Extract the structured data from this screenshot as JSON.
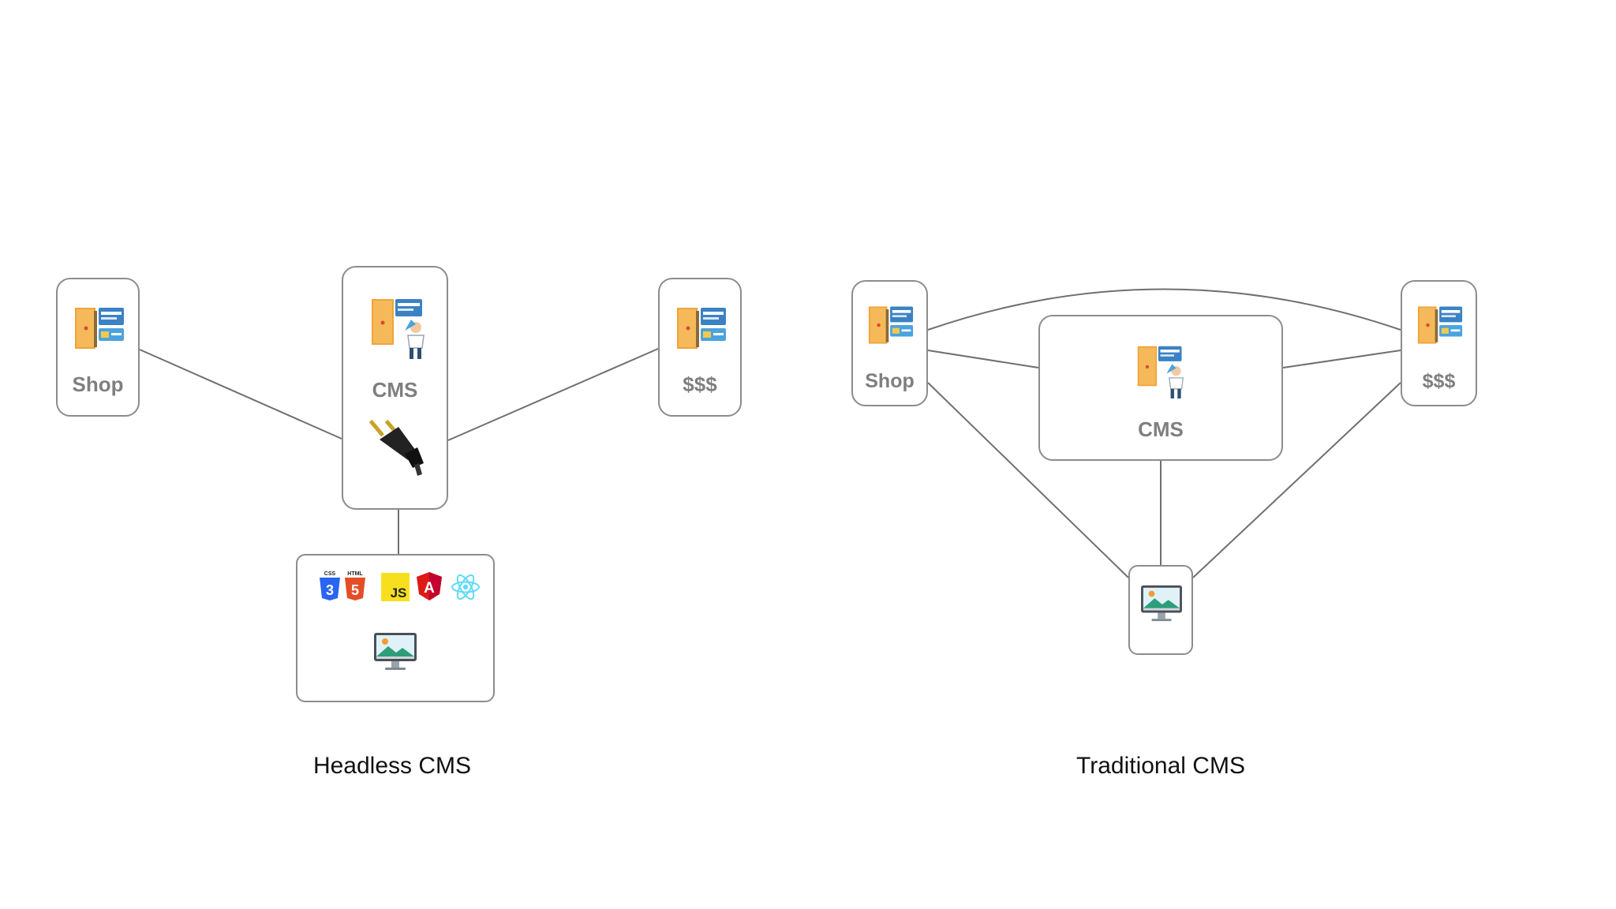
{
  "headless": {
    "caption": "Headless CMS",
    "shop_label": "Shop",
    "cms_label": "CMS",
    "payment_label": "$$$",
    "frontend_tech": [
      {
        "name": "css3-icon",
        "text": "3",
        "banner": "CSS",
        "color": "#2965f1"
      },
      {
        "name": "html5-icon",
        "text": "5",
        "banner": "HTML",
        "color": "#e44d26"
      },
      {
        "name": "javascript-icon",
        "text": "JS",
        "color": "#f7df1e"
      },
      {
        "name": "angular-icon",
        "text": "A",
        "color": "#dd1b16"
      },
      {
        "name": "react-icon",
        "color": "#61dafb"
      }
    ]
  },
  "traditional": {
    "caption": "Traditional CMS",
    "shop_label": "Shop",
    "cms_label": "CMS",
    "payment_label": "$$$"
  },
  "colors": {
    "border": "#8c8c8c",
    "line": "#6f6f6f",
    "label": "#7f7f7f",
    "door": "#f0a33a",
    "panel": "#3b82c4"
  }
}
